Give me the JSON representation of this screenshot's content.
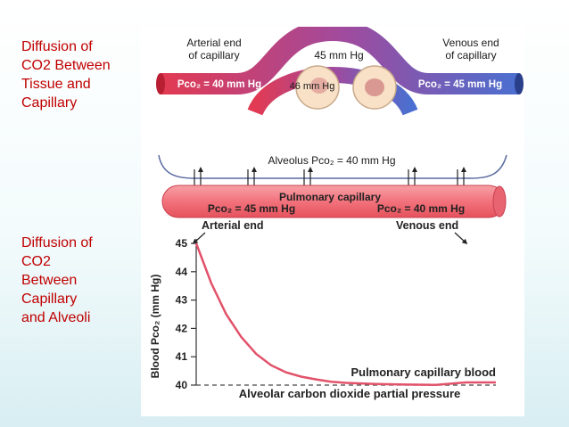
{
  "side_labels": {
    "top": "Diffusion of\nCO2 Between\nTissue and\nCapillary",
    "bottom": "Diffusion of\nCO2\nBetween\nCapillary\nand Alveoli"
  },
  "tissue_diagram": {
    "arterial_label_1": "Arterial end",
    "arterial_label_2": "of capillary",
    "venous_label_1": "Venous end",
    "venous_label_2": "of capillary",
    "arterial_pco2": "Pco₂ = 40 mm Hg",
    "venous_pco2": "Pco₂ = 45 mm Hg",
    "interstitial_pco2": "45 mm Hg",
    "cell_pco2": "46 mm Hg"
  },
  "alveolus_diagram": {
    "alveolus_label": "Alveolus Pco₂ = 40 mm Hg",
    "capillary_label": "Pulmonary capillary",
    "left_pco2": "Pco₂ = 45 mm Hg",
    "right_pco2": "Pco₂ = 40 mm Hg",
    "arterial_end": "Arterial end",
    "venous_end": "Venous end"
  },
  "chart_data": {
    "type": "line",
    "ylabel": "Blood Pco₂ (mm Hg)",
    "ylim": [
      40,
      45
    ],
    "yticks": [
      40,
      41,
      42,
      43,
      44,
      45
    ],
    "series": [
      {
        "name": "Pulmonary capillary blood",
        "x": [
          0,
          0.05,
          0.1,
          0.15,
          0.2,
          0.25,
          0.3,
          0.35,
          0.4,
          0.45,
          0.5,
          0.6,
          0.7,
          0.8,
          0.9,
          1.0
        ],
        "values": [
          45,
          43.6,
          42.5,
          41.7,
          41.1,
          40.7,
          40.45,
          40.3,
          40.2,
          40.12,
          40.08,
          40.04,
          40.02,
          40.01,
          40.0,
          40.0
        ]
      }
    ],
    "reference": {
      "label": "Alveolar carbon dioxide partial pressure",
      "value": 40
    },
    "colors": {
      "curve": "#e2526a",
      "reference": "#444444"
    }
  }
}
